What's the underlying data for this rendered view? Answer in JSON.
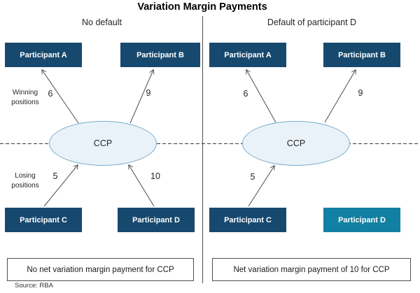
{
  "title": "Variation Margin Payments",
  "source": "Source: RBA",
  "left_panel": {
    "header": "No default",
    "ccp": "CCP",
    "participant_a": "Participant A",
    "participant_b": "Participant B",
    "participant_c": "Participant C",
    "participant_d": "Participant D",
    "flow_to_a": "6",
    "flow_to_b": "9",
    "flow_from_c": "5",
    "flow_from_d": "10",
    "winning_line1": "Winning",
    "winning_line2": "positions",
    "losing_line1": "Losing",
    "losing_line2": "positions",
    "summary": "No net variation margin payment for CCP"
  },
  "right_panel": {
    "header": "Default of participant D",
    "ccp": "CCP",
    "participant_a": "Participant A",
    "participant_b": "Participant B",
    "participant_c": "Participant C",
    "participant_d": "Participant D",
    "flow_to_a": "6",
    "flow_to_b": "9",
    "flow_from_c": "5",
    "summary": "Net variation margin payment of 10 for CCP"
  },
  "colors": {
    "participant_box": "#17496e",
    "defaulted_box": "#1280a2",
    "ccp_fill": "#eaf2f9",
    "ccp_border": "#76aec9",
    "arrow": "#4d4d4d",
    "text_dark": "#262626"
  }
}
